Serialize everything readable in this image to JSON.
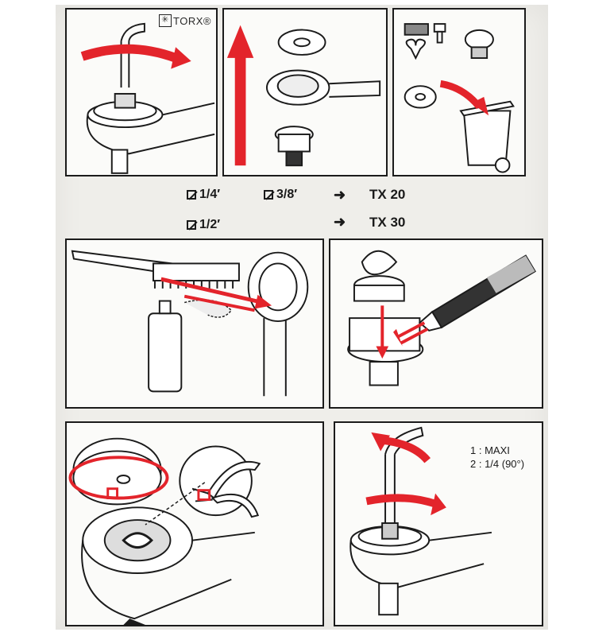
{
  "torx_label": "TORX®",
  "specs": {
    "row1": {
      "size_a": "1/4′",
      "size_b": "3/8′",
      "bit": "TX 20"
    },
    "row2": {
      "size_a": "1/2′",
      "bit": "TX 30"
    }
  },
  "settings": {
    "line1": "1 : MAXI",
    "line2": "2 : 1/4 (90°)"
  },
  "colors": {
    "accent_red": "#e3242b",
    "line": "#1b1b1b",
    "paper": "#fbfbf9"
  },
  "icons": [
    "torx-key-icon",
    "up-arrow-icon",
    "trash-bin-icon",
    "wire-brush-icon",
    "spray-can-icon",
    "grease-tube-icon",
    "retaining-ring-icon",
    "pliers-icon",
    "rotate-arrow-icon"
  ]
}
